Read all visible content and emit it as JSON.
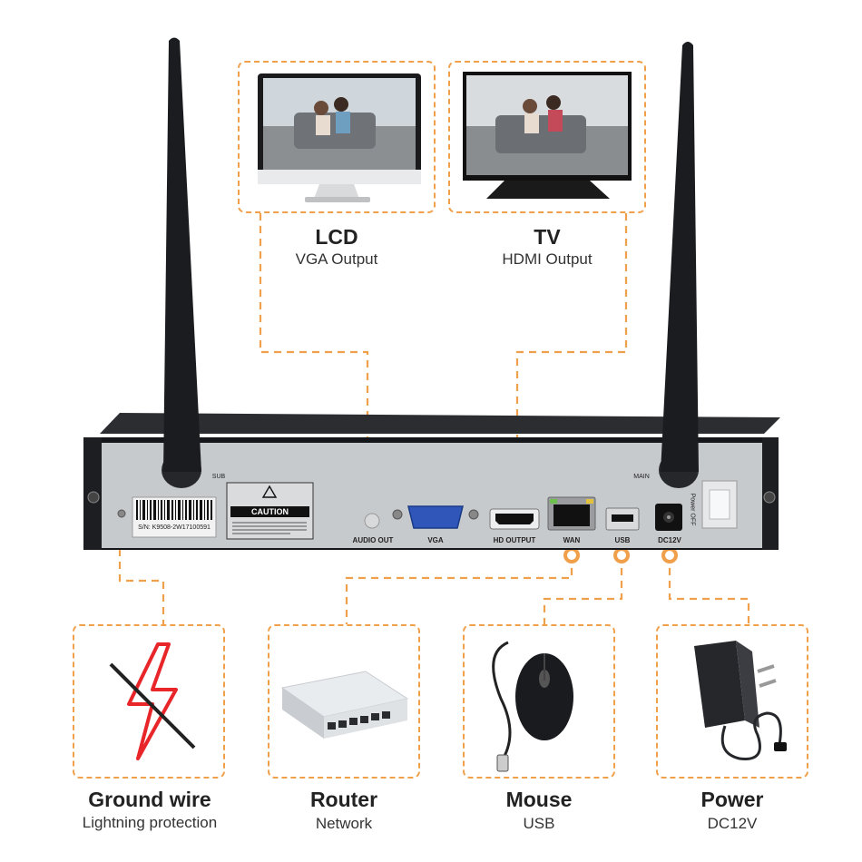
{
  "outputs": [
    {
      "key": "lcd",
      "title": "LCD",
      "subtitle": "VGA Output"
    },
    {
      "key": "tv",
      "title": "TV",
      "subtitle": "HDMI Output"
    }
  ],
  "peripherals": [
    {
      "key": "ground",
      "title": "Ground wire",
      "subtitle": "Lightning protection"
    },
    {
      "key": "router",
      "title": "Router",
      "subtitle": "Network"
    },
    {
      "key": "mouse",
      "title": "Mouse",
      "subtitle": "USB"
    },
    {
      "key": "power",
      "title": "Power",
      "subtitle": "DC12V"
    }
  ],
  "device": {
    "antenna_left_label": "SUB",
    "antenna_right_label": "MAIN",
    "serial": "S/N: K9508-2W17100591",
    "caution": "CAUTION",
    "ports": {
      "audio_out": "AUDIO OUT",
      "vga": "VGA",
      "hd_output": "HD OUTPUT",
      "wan": "WAN",
      "usb": "USB",
      "dc12v": "DC12V",
      "power_off": "Power OFF"
    }
  },
  "colors": {
    "accent": "#f0a04a",
    "chassis": "#c7cacd",
    "chassis_top": "#2b2d31",
    "lightning": "#e8262a"
  }
}
